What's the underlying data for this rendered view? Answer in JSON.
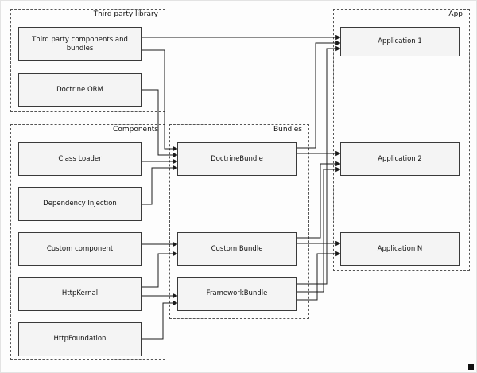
{
  "containers": {
    "third_party_library": {
      "title": "Third party library"
    },
    "components": {
      "title": "Components"
    },
    "bundles": {
      "title": "Bundles"
    },
    "app": {
      "title": "App"
    }
  },
  "nodes": {
    "third_party_components": {
      "label": "Third party components and bundles",
      "container": "third_party_library"
    },
    "doctrine_orm": {
      "label": "Doctrine ORM",
      "container": "third_party_library"
    },
    "class_loader": {
      "label": "Class Loader",
      "container": "components"
    },
    "dependency_injection": {
      "label": "Dependency Injection",
      "container": "components"
    },
    "custom_component": {
      "label": "Custom component",
      "container": "components"
    },
    "http_kernal": {
      "label": "HttpKernal",
      "container": "components"
    },
    "http_foundation": {
      "label": "HttpFoundation",
      "container": "components"
    },
    "doctrine_bundle": {
      "label": "DoctrineBundle",
      "container": "bundles"
    },
    "custom_bundle": {
      "label": "Custom Bundle",
      "container": "bundles"
    },
    "framework_bundle": {
      "label": "FrameworkBundle",
      "container": "bundles"
    },
    "application_1": {
      "label": "Application 1",
      "container": "app"
    },
    "application_2": {
      "label": "Application 2",
      "container": "app"
    },
    "application_n": {
      "label": "Application N",
      "container": "app"
    }
  },
  "edges": [
    {
      "from": "third_party_components",
      "to": "application_1"
    },
    {
      "from": "third_party_components",
      "to": "doctrine_bundle"
    },
    {
      "from": "doctrine_orm",
      "to": "doctrine_bundle"
    },
    {
      "from": "class_loader",
      "to": "doctrine_bundle"
    },
    {
      "from": "dependency_injection",
      "to": "doctrine_bundle"
    },
    {
      "from": "custom_component",
      "to": "custom_bundle"
    },
    {
      "from": "http_kernal",
      "to": "custom_bundle"
    },
    {
      "from": "http_kernal",
      "to": "framework_bundle"
    },
    {
      "from": "http_foundation",
      "to": "framework_bundle"
    },
    {
      "from": "doctrine_bundle",
      "to": "application_2"
    },
    {
      "from": "doctrine_bundle",
      "to": "application_1"
    },
    {
      "from": "custom_bundle",
      "to": "application_n"
    },
    {
      "from": "custom_bundle",
      "to": "application_2"
    },
    {
      "from": "framework_bundle",
      "to": "application_1"
    },
    {
      "from": "framework_bundle",
      "to": "application_2"
    },
    {
      "from": "framework_bundle",
      "to": "application_n"
    }
  ]
}
